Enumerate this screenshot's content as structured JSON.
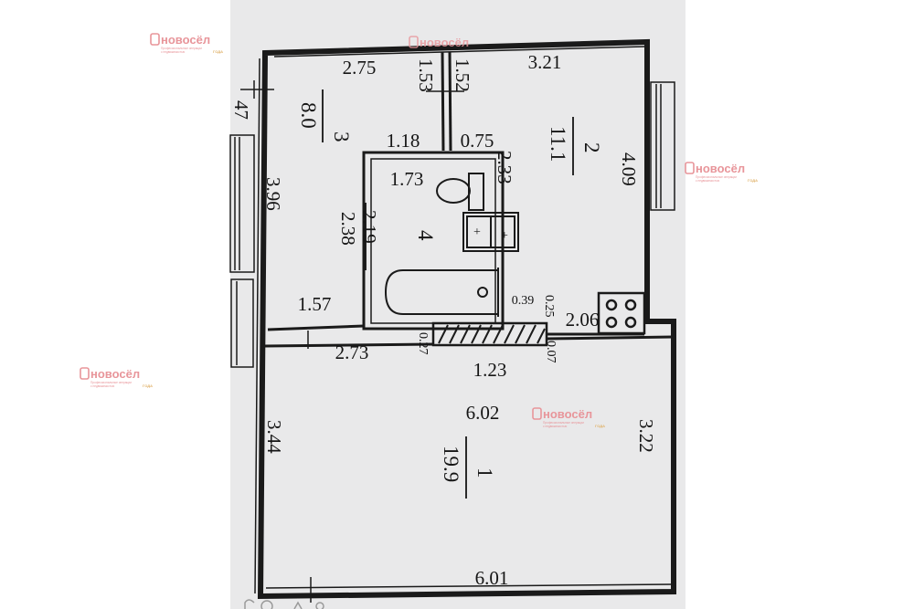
{
  "floor_plan": {
    "rooms": [
      {
        "id": "room-1",
        "number": "1",
        "area": "19.9"
      },
      {
        "id": "room-2",
        "number": "2",
        "area": "11.1"
      },
      {
        "id": "room-3",
        "number": "3",
        "area": "8.0"
      },
      {
        "id": "room-4",
        "number": "4"
      }
    ],
    "dimensions": {
      "r3_top": "2.75",
      "r3_side": "3.96",
      "r3_bottom": "1.57",
      "r3_inner_top": "1.18",
      "corr_left": "1.53",
      "corr_right": "1.52",
      "corr_bottom": "0.75",
      "r2_top": "3.21",
      "r2_side": "4.09",
      "kitchen_width": "2.06",
      "bath_top": "1.73",
      "bath_right": "2.33",
      "bath_left": "2.38",
      "bath_inner": "2.19",
      "d039": "0.39",
      "d025": "0.25",
      "d027": "0.27",
      "d007": "0.07",
      "hall_bottom": "2.73",
      "vent_width": "1.23",
      "r1_top": "6.02",
      "r1_left": "3.44",
      "r1_right": "3.22",
      "r1_bottom": "6.01",
      "edge_fragment": "47"
    }
  },
  "watermark": {
    "brand": "новосёл",
    "tagline_1": "Профессиональные операции",
    "tagline_2": "с недвижимостью",
    "badge": "ГОДА"
  },
  "colors": {
    "sheet": "#e9e9ea",
    "walls": "#1a1a1a",
    "watermark": "#e8959a",
    "badge": "#e0b26a"
  }
}
